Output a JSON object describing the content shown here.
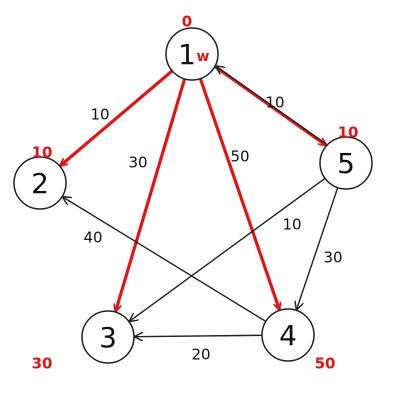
{
  "colors": {
    "highlight": "#e41414",
    "edge": "#222222",
    "node_stroke": "#222222"
  },
  "nodes": [
    {
      "id": "1",
      "label": "1",
      "distance": "0",
      "marker": "w"
    },
    {
      "id": "2",
      "label": "2",
      "distance": "10"
    },
    {
      "id": "3",
      "label": "3",
      "distance": "30"
    },
    {
      "id": "4",
      "label": "4",
      "distance": "50"
    },
    {
      "id": "5",
      "label": "5",
      "distance": "10"
    }
  ],
  "edges": [
    {
      "from": "1",
      "to": "2",
      "weight": "10",
      "highlighted": true
    },
    {
      "from": "1",
      "to": "3",
      "weight": "30",
      "highlighted": true
    },
    {
      "from": "1",
      "to": "4",
      "weight": "50",
      "highlighted": true
    },
    {
      "from": "1",
      "to": "5",
      "weight": "10",
      "highlighted": true
    },
    {
      "from": "5",
      "to": "1",
      "weight": "",
      "highlighted": false
    },
    {
      "from": "4",
      "to": "2",
      "weight": "40",
      "highlighted": false
    },
    {
      "from": "4",
      "to": "3",
      "weight": "20",
      "highlighted": false
    },
    {
      "from": "5",
      "to": "3",
      "weight": "10",
      "highlighted": false
    },
    {
      "from": "5",
      "to": "4",
      "weight": "30",
      "highlighted": false
    }
  ]
}
